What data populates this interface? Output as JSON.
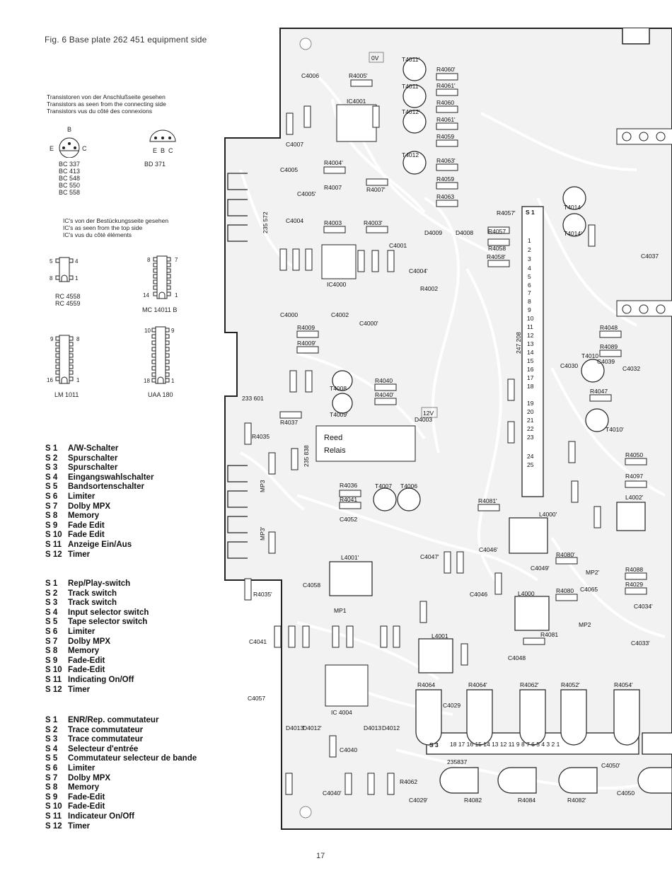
{
  "figure": {
    "caption": "Fig. 6  Base plate 262 451 equipment side",
    "page_number": "17"
  },
  "transistor_note": {
    "lines": [
      "Transistoren von der Anschlußseite gesehen",
      "Transistors as seen from the connecting side",
      "Transistors vus du côté des connexions"
    ],
    "pkg1": {
      "pins": [
        "B",
        "E",
        "C"
      ],
      "types": [
        "BC 337",
        "BC 413",
        "BC 548",
        "BC 550",
        "BC 558"
      ]
    },
    "pkg2": {
      "pins": [
        "E",
        "B",
        "C"
      ],
      "types": [
        "BD 371"
      ]
    }
  },
  "ic_note": {
    "lines": [
      "IC's von der Bestückungsseite gesehen",
      "IC's as seen from the top side",
      "IC's vus du côté éléments"
    ],
    "packages": [
      {
        "name": "RC 4558\nRC 4559",
        "pins": [
          "5",
          "4",
          "8",
          "1"
        ]
      },
      {
        "name": "MC 14011 B",
        "pins": [
          "8",
          "7",
          "14",
          "1"
        ]
      },
      {
        "name": "LM 1011",
        "pins": [
          "9",
          "8",
          "16",
          "1"
        ]
      },
      {
        "name": "UAA 180",
        "pins": [
          "10",
          "9",
          "18",
          "1"
        ]
      }
    ]
  },
  "switch_lists": {
    "german": [
      [
        "S 1",
        "A/W-Schalter"
      ],
      [
        "S 2",
        "Spurschalter"
      ],
      [
        "S 3",
        "Spurschalter"
      ],
      [
        "S 4",
        "Eingangswahlschalter"
      ],
      [
        "S 5",
        "Bandsortenschalter"
      ],
      [
        "S 6",
        "Limiter"
      ],
      [
        "S 7",
        "Dolby MPX"
      ],
      [
        "S 8",
        "Memory"
      ],
      [
        "S 9",
        "Fade Edit"
      ],
      [
        "S 10",
        "Fade Edit"
      ],
      [
        "S 11",
        "Anzeige Ein/Aus"
      ],
      [
        "S 12",
        "Timer"
      ]
    ],
    "english": [
      [
        "S 1",
        "Rep/Play-switch"
      ],
      [
        "S 2",
        "Track switch"
      ],
      [
        "S 3",
        "Track switch"
      ],
      [
        "S 4",
        "Input selector switch"
      ],
      [
        "S 5",
        "Tape selector switch"
      ],
      [
        "S 6",
        "Limiter"
      ],
      [
        "S 7",
        "Dolby MPX"
      ],
      [
        "S 8",
        "Memory"
      ],
      [
        "S 9",
        "Fade-Edit"
      ],
      [
        "S 10",
        "Fade-Edit"
      ],
      [
        "S 11",
        "Indicating On/Off"
      ],
      [
        "S 12",
        "Timer"
      ]
    ],
    "french": [
      [
        "S 1",
        "ENR/Rep. commutateur"
      ],
      [
        "S 2",
        "Trace commutateur"
      ],
      [
        "S 3",
        "Trace commutateur"
      ],
      [
        "S 4",
        "Selecteur d'entrée"
      ],
      [
        "S 5",
        "Commutateur selecteur de bande"
      ],
      [
        "S 6",
        "Limiter"
      ],
      [
        "S 7",
        "Dolby MPX"
      ],
      [
        "S 8",
        "Memory"
      ],
      [
        "S 9",
        "Fade-Edit"
      ],
      [
        "S 10",
        "Fade-Edit"
      ],
      [
        "S 11",
        "Indicateur On/Off"
      ],
      [
        "S 12",
        "Timer"
      ]
    ]
  },
  "board": {
    "ics": [
      "IC4001",
      "IC4000",
      "IC 4004"
    ],
    "transistors": [
      "T4011'",
      "T4011",
      "T4012'",
      "T4012",
      "T4014",
      "T4014'",
      "T4008",
      "T4009'",
      "T4007",
      "T4006",
      "T4010",
      "T4010'"
    ],
    "resistors": [
      "R4005'",
      "R4060'",
      "R4061'",
      "R4060",
      "R4061'",
      "R4059",
      "R4063'",
      "R4059",
      "R4063",
      "R4004'",
      "R4007",
      "R4007'",
      "R4003",
      "R4003'",
      "R4057'",
      "R4057",
      "R4058",
      "R4058'",
      "R4002",
      "R4009",
      "R4009'",
      "R4040",
      "R4040'",
      "R4037",
      "R4035",
      "R4036",
      "R4041",
      "R4081'",
      "R4048",
      "R4089",
      "R4047",
      "R4050",
      "R4097",
      "R4088",
      "R4029",
      "R4080",
      "R4080'",
      "R4081",
      "R4064",
      "R4064'",
      "R4062'",
      "R4052'",
      "R4054'",
      "R4062",
      "R4082",
      "R4084",
      "R4082'",
      "R4035'"
    ],
    "capacitors": [
      "C4006",
      "C4007",
      "C4005",
      "C4005'",
      "C4004",
      "C4000",
      "C4000'",
      "C4002",
      "C4001",
      "C4004'",
      "C4037",
      "C4030",
      "C4032",
      "C4039",
      "C4052",
      "C4047'",
      "C4046'",
      "C4046",
      "C4048",
      "C4049'",
      "C4065",
      "C4034'",
      "C4033'",
      "C4058",
      "C4041",
      "C4057",
      "C4040",
      "C4040'",
      "C4029",
      "C4029'",
      "C4050",
      "C4050'"
    ],
    "diodes": [
      "D4009",
      "D4008",
      "D4003",
      "D4013'",
      "D4012'",
      "D4013",
      "D4012"
    ],
    "misc": [
      "0V",
      "12V",
      "235 572",
      "233 601",
      "235 838",
      "247 208",
      "235837",
      "Reed",
      "Relais",
      "S 1",
      "S 3",
      "MP1",
      "MP2",
      "MP2'",
      "MP3",
      "MP3'",
      "L4000",
      "L4000'",
      "L4001",
      "L4001'",
      "L4002'"
    ],
    "connector_s1": [
      "1",
      "2",
      "3",
      "4",
      "5",
      "6",
      "7",
      "8",
      "9",
      "10",
      "11",
      "12",
      "13",
      "14",
      "15",
      "16",
      "17",
      "18",
      "19",
      "20",
      "21",
      "22",
      "23",
      "24",
      "25"
    ],
    "connector_s3": "18 17 16 15 14 13 12 11   9 8 7 6 5 4 3 2 1"
  }
}
